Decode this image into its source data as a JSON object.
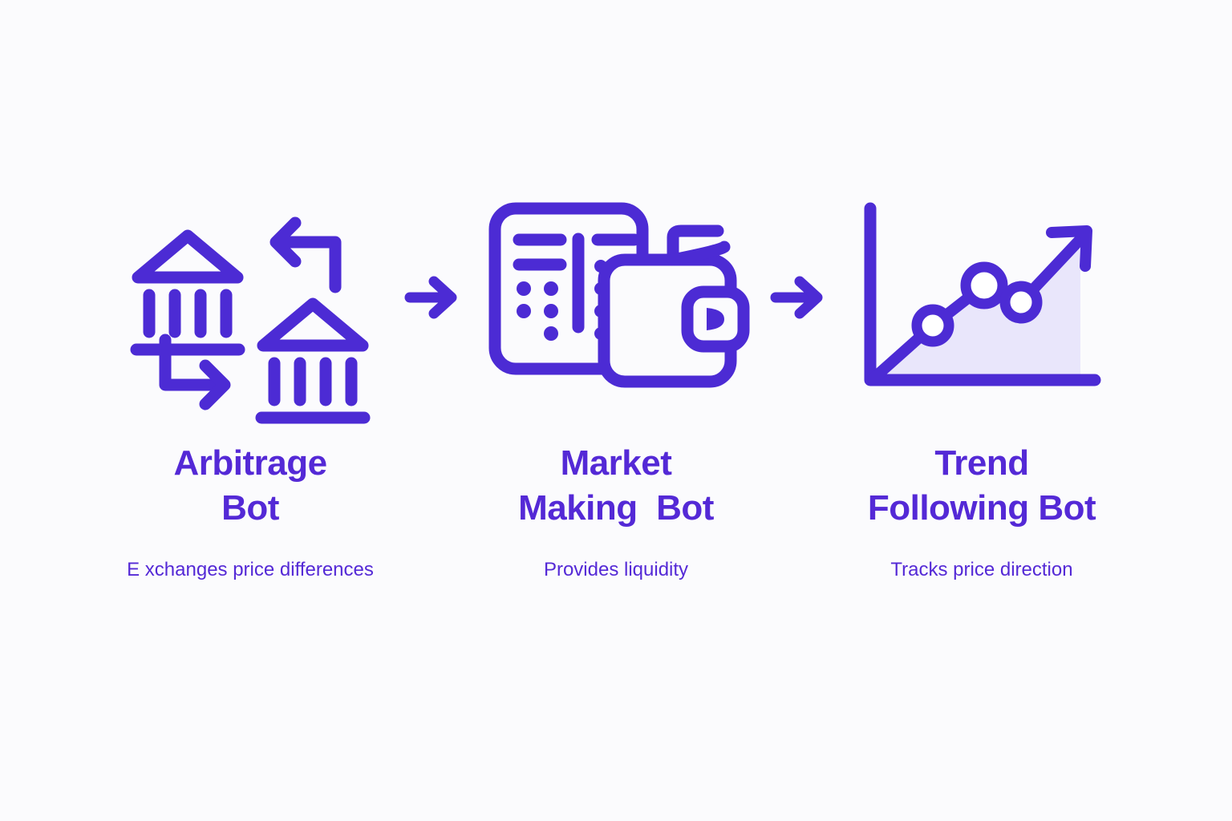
{
  "theme": {
    "background": "#fbfbfd",
    "accent": "#5429d6",
    "stroke": "#4c2bd4",
    "area_fill": "#e9e6fb",
    "marker_fill": "#ffffff"
  },
  "diagram": {
    "type": "horizontal-flow",
    "stage_count": 3,
    "connector_icon": "arrow-right-icon",
    "stages": [
      {
        "id": "arbitrage",
        "icon": "bank-exchange-icon",
        "title": "Arbitrage\nBot",
        "title_lines": [
          "Arbitrage",
          "Bot"
        ],
        "caption": "E xchanges price differences"
      },
      {
        "id": "market-making",
        "icon": "orderbook-wallet-icon",
        "title": "Market\nMaking  Bot",
        "title_lines": [
          "Market",
          "Making  Bot"
        ],
        "caption": "Provides liquidity"
      },
      {
        "id": "trend-following",
        "icon": "rising-line-chart-icon",
        "title": "Trend\nFollowing Bot",
        "title_lines": [
          "Trend",
          "Following Bot"
        ],
        "caption": "Tracks price direction"
      }
    ]
  }
}
